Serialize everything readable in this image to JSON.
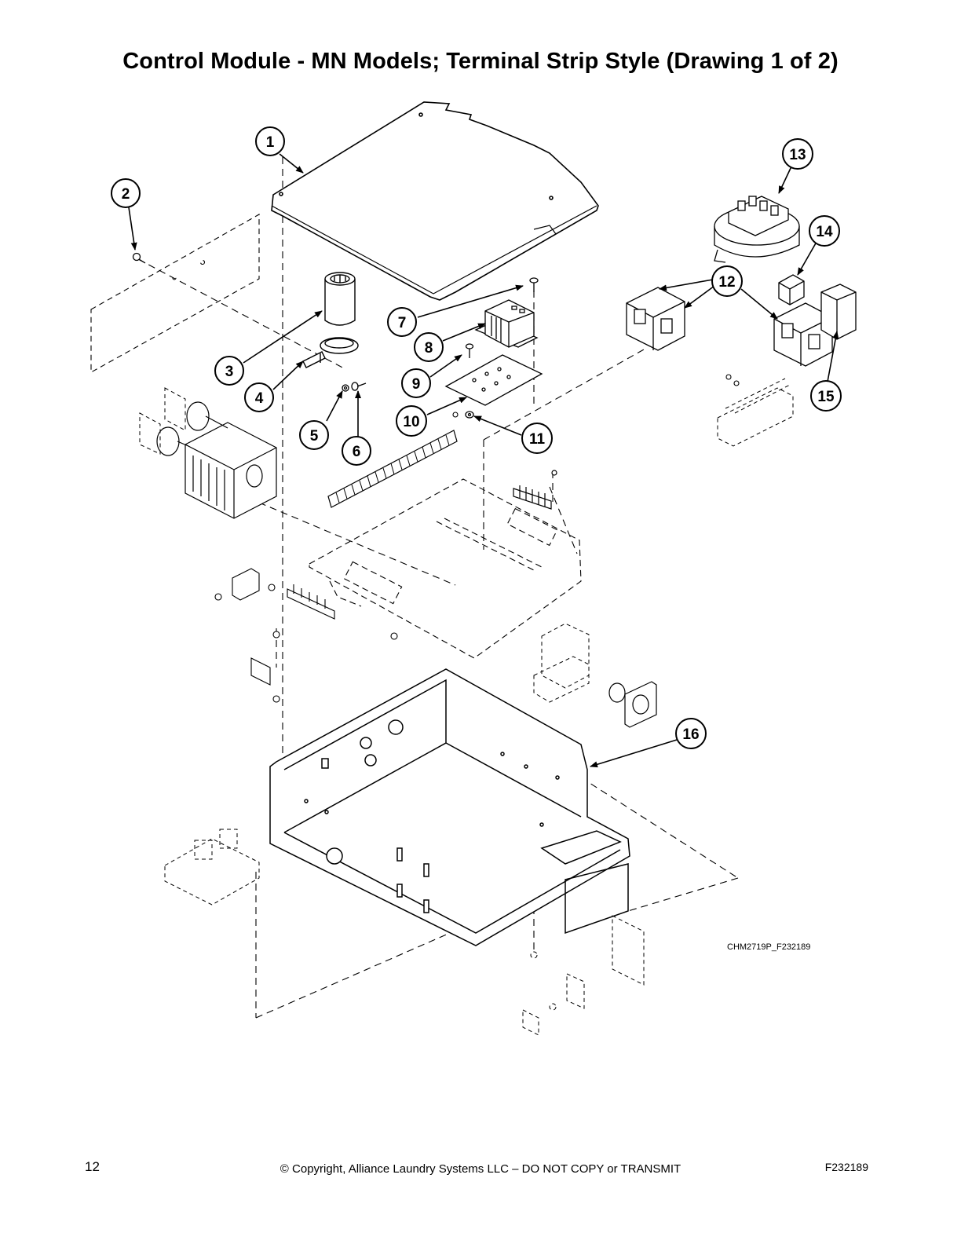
{
  "page": {
    "title": "Control Module - MN Models; Terminal Strip Style (Drawing 1 of 2)",
    "drawing_code": "CHM2719P_F232189"
  },
  "callouts": [
    {
      "label": "1"
    },
    {
      "label": "2"
    },
    {
      "label": "3"
    },
    {
      "label": "4"
    },
    {
      "label": "5"
    },
    {
      "label": "6"
    },
    {
      "label": "7"
    },
    {
      "label": "8"
    },
    {
      "label": "9"
    },
    {
      "label": "10"
    },
    {
      "label": "11"
    },
    {
      "label": "12"
    },
    {
      "label": "13"
    },
    {
      "label": "14"
    },
    {
      "label": "15"
    },
    {
      "label": "16"
    }
  ],
  "footer": {
    "page_number": "12",
    "copyright": "© Copyright, Alliance Laundry Systems LLC – DO NOT COPY or TRANSMIT",
    "doc_code": "F232189"
  }
}
